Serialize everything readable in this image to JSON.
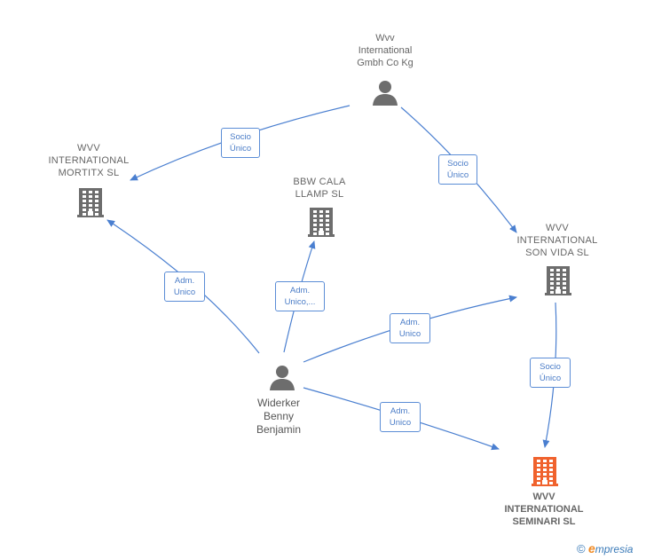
{
  "nodes": {
    "wvv_gmbh": {
      "label": "Wvv\nInternational\nGmbh Co Kg",
      "kind": "person"
    },
    "mortitx": {
      "label": "WVV\nINTERNATIONAL\nMORTITX  SL",
      "kind": "company"
    },
    "bbw": {
      "label": "BBW CALA\nLLAMP  SL",
      "kind": "company"
    },
    "son_vida": {
      "label": "WVV\nINTERNATIONAL\nSON VIDA  SL",
      "kind": "company"
    },
    "widerker": {
      "label": "Widerker\nBenny\nBenjamin",
      "kind": "person"
    },
    "seminari": {
      "label": "WVV\nINTERNATIONAL\nSEMINARI  SL",
      "kind": "company-highlight"
    }
  },
  "edges": {
    "gmbh_mortitx": "Socio\nÚnico",
    "gmbh_sonvida": "Socio\nÚnico",
    "widerker_mortitx": "Adm.\nUnico",
    "widerker_bbw": "Adm.\nUnico,...",
    "widerker_sonvida": "Adm.\nUnico",
    "widerker_seminari": "Adm.\nUnico",
    "sonvida_seminari": "Socio\nÚnico"
  },
  "colors": {
    "edge": "#4a7fd0",
    "company_icon": "#6d6d6d",
    "highlight_icon": "#f0622d",
    "person_icon": "#6d6d6d"
  },
  "icons": {
    "person": "person-icon",
    "company": "building-icon"
  },
  "brand": {
    "copyright": "©",
    "e": "e",
    "rest": "mpresia"
  }
}
